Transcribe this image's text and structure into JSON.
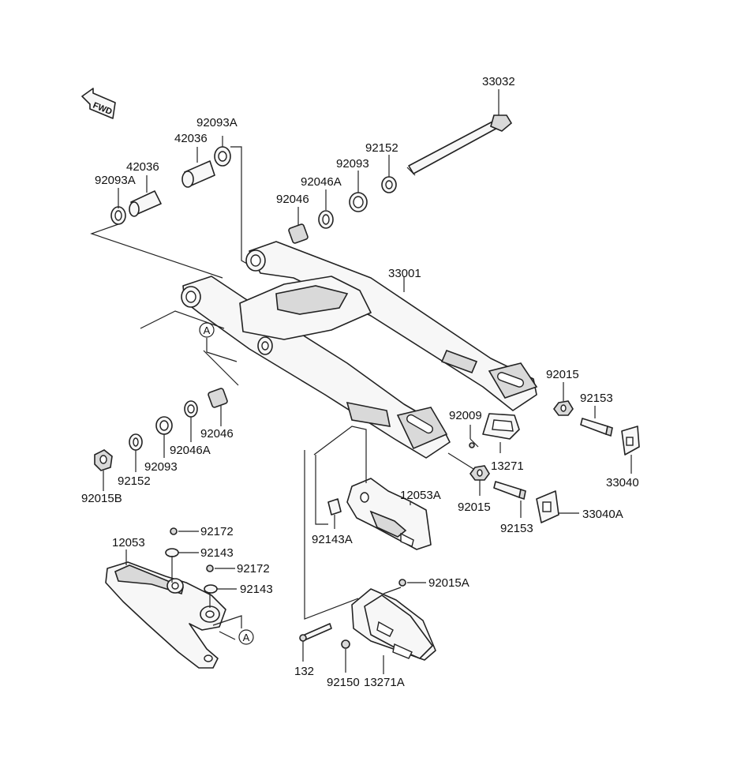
{
  "diagram": {
    "fwd_label": "FWD",
    "ref_marker": "A",
    "callouts": {
      "c33032": "33032",
      "c92093A_top": "92093A",
      "c42036_top": "42036",
      "c42036_left": "42036",
      "c92093A_left": "92093A",
      "c92152_top": "92152",
      "c92093_top": "92093",
      "c92046A_top": "92046A",
      "c92046_top": "92046",
      "c33001": "33001",
      "c92015_right": "92015",
      "c92153_right": "92153",
      "c92009": "92009",
      "c13271": "13271",
      "c33040": "33040",
      "c92046_low": "92046",
      "c92046A_low": "92046A",
      "c92093_low": "92093",
      "c92152_low": "92152",
      "c92015B": "92015B",
      "c12053A": "12053A",
      "c92015_mid": "92015",
      "c92153_mid": "92153",
      "c33040A": "33040A",
      "c92143A": "92143A",
      "c92172_a": "92172",
      "c92143_a": "92143",
      "c12053": "12053",
      "c92172_b": "92172",
      "c92143_b": "92143",
      "c92015A": "92015A",
      "c132": "132",
      "c92150": "92150",
      "c13271A": "13271A"
    }
  }
}
